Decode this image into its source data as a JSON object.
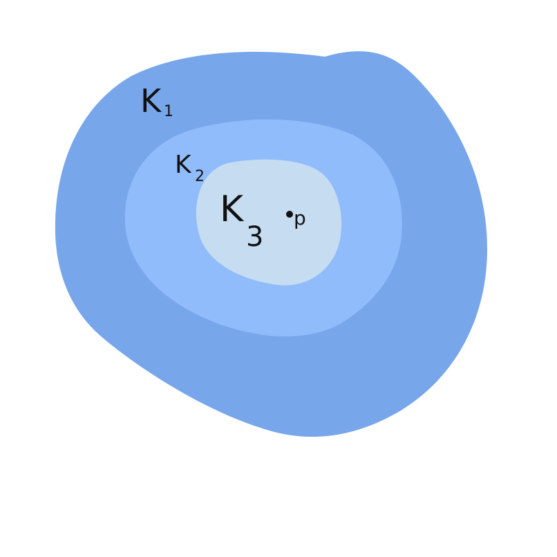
{
  "diagram": {
    "background_color": "#ffffff",
    "regions": [
      {
        "label": "K",
        "subscript": "1",
        "color": "#78a6eb"
      },
      {
        "label": "K",
        "subscript": "2",
        "color": "#90bcfb"
      },
      {
        "label": "K",
        "subscript": "3",
        "color": "#c5dcf1"
      }
    ],
    "point": {
      "label": "p"
    },
    "ink_color": "#111111"
  }
}
